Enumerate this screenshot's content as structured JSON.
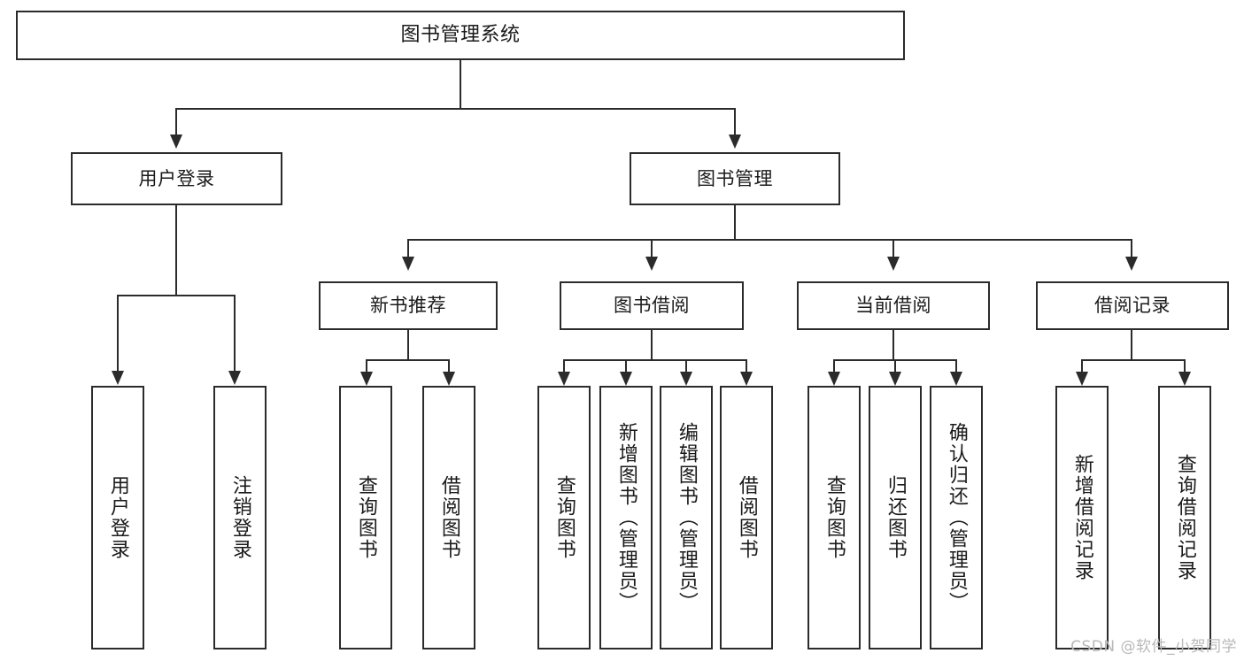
{
  "diagram": {
    "title": "图书管理系统",
    "watermark": "CSDN @软件_小贺同学",
    "type": "tree",
    "colors": {
      "stroke": "#2b2b2b",
      "fill": "#ffffff",
      "text": "#1a1a1a",
      "watermark": "#b9b9b9"
    },
    "nodes": {
      "root": "图书管理系统",
      "level2": {
        "user_login": "用户登录",
        "book_manage": "图书管理"
      },
      "level3": {
        "new_book_recommend": "新书推荐",
        "book_borrow": "图书借阅",
        "current_borrow": "当前借阅",
        "borrow_record": "借阅记录"
      },
      "leaves": {
        "user_login_children": [
          "用户登录",
          "注销登录"
        ],
        "new_book_recommend_children": [
          "查询图书",
          "借阅图书"
        ],
        "book_borrow_children": [
          "查询图书",
          "新增图书（管理员）",
          "编辑图书（管理员）",
          "借阅图书"
        ],
        "current_borrow_children": [
          "查询图书",
          "归还图书",
          "确认归还（管理员）"
        ],
        "borrow_record_children": [
          "新增借阅记录",
          "查询借阅记录"
        ]
      }
    }
  }
}
